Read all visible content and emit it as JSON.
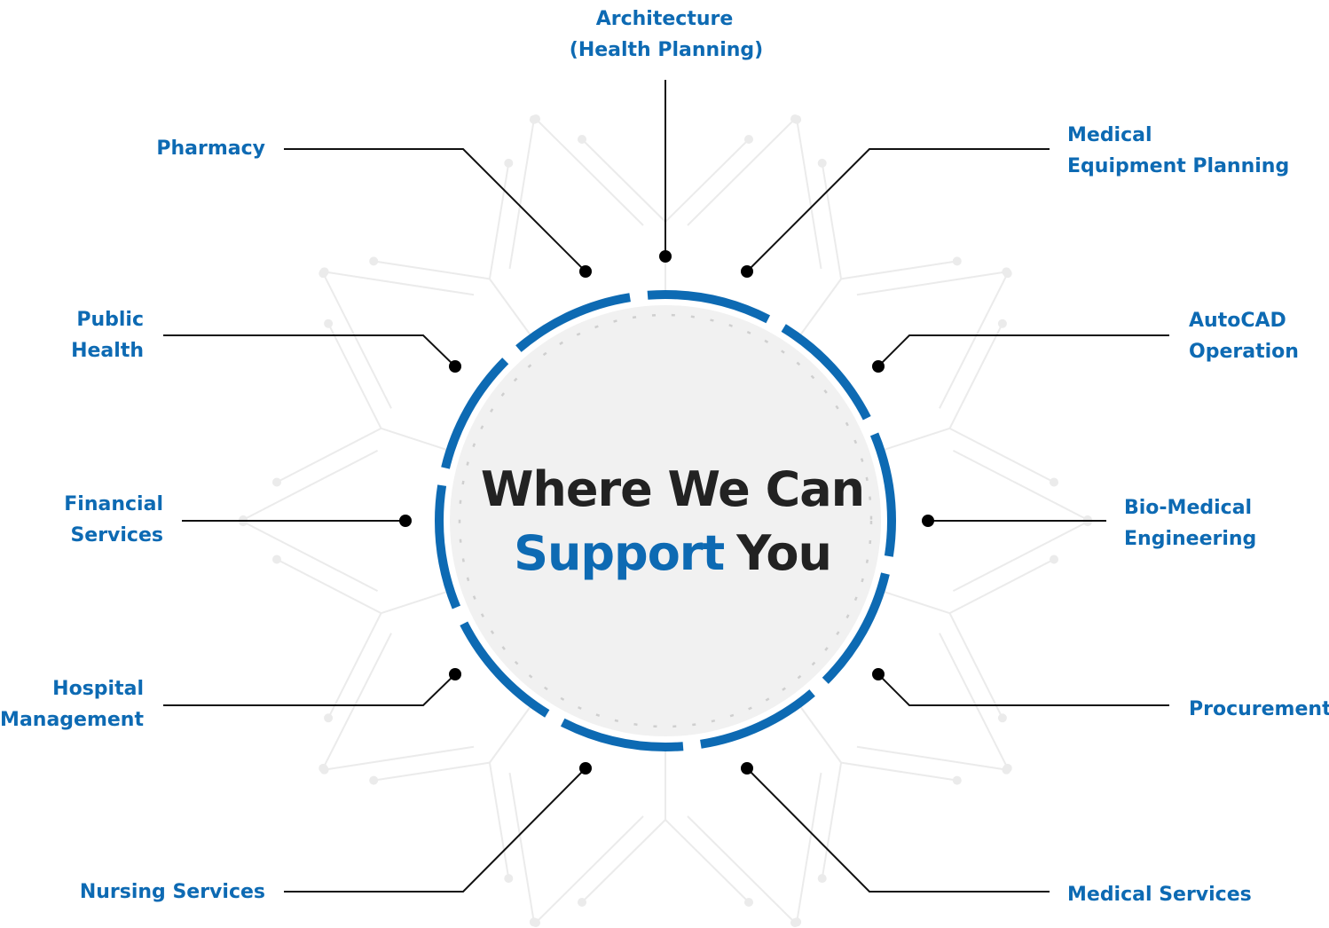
{
  "title": {
    "line1": "Where We Can",
    "highlight": "Support",
    "rest": "You"
  },
  "colors": {
    "accent": "#0d6ab3",
    "dark": "#222222",
    "circle_fill": "#f1f1f1"
  },
  "services": [
    {
      "id": "architecture",
      "lines": [
        "Architecture",
        "(Health Planning)"
      ]
    },
    {
      "id": "pharmacy",
      "lines": [
        "Pharmacy"
      ]
    },
    {
      "id": "medical-equipment-planning",
      "lines": [
        "Medical",
        "Equipment Planning"
      ]
    },
    {
      "id": "public-health",
      "lines": [
        "Public",
        "Health"
      ]
    },
    {
      "id": "autocad-operation",
      "lines": [
        "AutoCAD",
        "Operation"
      ]
    },
    {
      "id": "financial-services",
      "lines": [
        "Financial",
        "Services"
      ]
    },
    {
      "id": "bio-medical-engineering",
      "lines": [
        "Bio-Medical",
        "Engineering"
      ]
    },
    {
      "id": "hospital-management",
      "lines": [
        "Hospital",
        "Management"
      ]
    },
    {
      "id": "procurement",
      "lines": [
        "Procurement"
      ]
    },
    {
      "id": "nursing-services",
      "lines": [
        "Nursing Services"
      ]
    },
    {
      "id": "medical-services",
      "lines": [
        "Medical Services"
      ]
    }
  ]
}
